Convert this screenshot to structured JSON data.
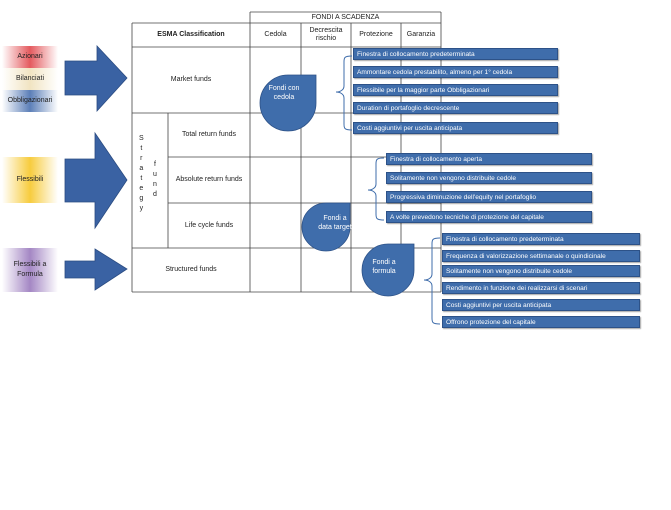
{
  "table": {
    "header_group": "FONDI A SCADENZA",
    "col_classification": "ESMA Classification",
    "col_cedola": "Cedola",
    "col_decrescita": "Decrescita rischio",
    "col_protezione": "Protezione",
    "col_garanzia": "Garanzia",
    "row_market": "Market funds",
    "row_total_return": "Total return funds",
    "row_absolute_return": "Absolute return funds",
    "row_life_cycle": "Life cycle funds",
    "row_structured": "Structured funds",
    "strategy_letters_1": [
      "S",
      "t",
      "r",
      "a",
      "t",
      "e",
      "g",
      "y"
    ],
    "strategy_letters_2": [
      "f",
      "u",
      "n",
      "d"
    ]
  },
  "left_categories": [
    {
      "label": "Azionari",
      "color": "#d9363c"
    },
    {
      "label": "Bilanciati",
      "color": "#f0e4c0"
    },
    {
      "label": "Obbligazionari",
      "color": "#3b63a3"
    },
    {
      "label": "Flessibili",
      "color": "#f4c22e"
    },
    {
      "label": "Flessibili a Formula",
      "color": "#8a6db0"
    }
  ],
  "callouts": {
    "cedola": "Fondi con cedola",
    "data_target": "Fondi a data target",
    "formula": "Fondi a formula"
  },
  "features_cedola": [
    "Finestra di collocamento predeterminata",
    "Ammontare cedola prestabilito, almeno per 1° cedola",
    "Flessibile per la maggior parte Obbligazionari",
    "Duration di portafoglio decrescente",
    "Costi aggiuntivi per uscita anticipata"
  ],
  "features_target": [
    "Finestra di collocamento aperta",
    "Solitamente non vengono distribuite cedole",
    "Progressiva diminuzione dell'equity nel portafoglio",
    "A volte prevedono tecniche di protezione del capitale"
  ],
  "features_formula": [
    "Finestra di collocamento predeterminata",
    "Frequenza di valorizzazione settimanale o quindicinale",
    "Solitamente non vengono distribuite cedole",
    "Rendimento in funzione dei realizzarsi di scenari",
    "Costi aggiuntivi per uscita anticipata",
    "Offrono protezione del capitale"
  ],
  "colors": {
    "callout_blue": "#3f6dab",
    "arrow_blue": "#3a62a3"
  }
}
